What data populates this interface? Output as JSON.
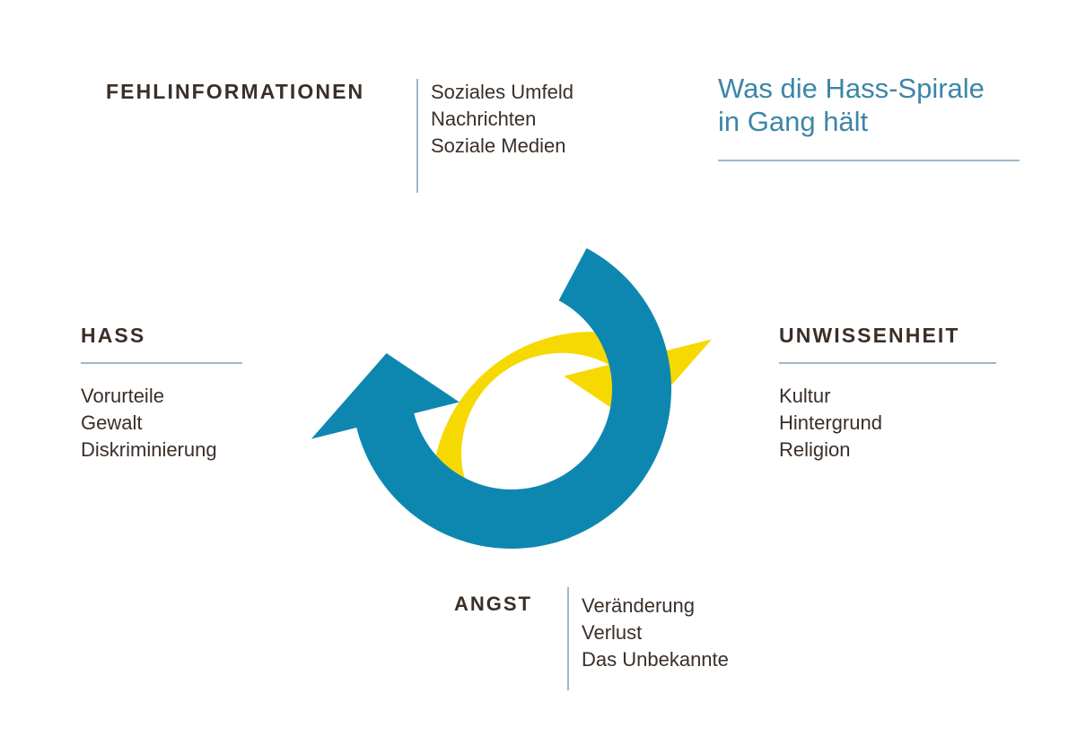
{
  "title": {
    "line1": "Was die Hass-Spirale",
    "line2": "in Gang hält"
  },
  "blocks": {
    "top": {
      "kicker": "FEHLINFORMATIONEN",
      "items": [
        "Soziales Umfeld",
        "Nachrichten",
        "Soziale Medien"
      ]
    },
    "left": {
      "kicker": "HASS",
      "items": [
        "Vorurteile",
        "Gewalt",
        "Diskriminierung"
      ]
    },
    "right": {
      "kicker": "UNWISSENHEIT",
      "items": [
        "Kultur",
        "Hintergrund",
        "Religion"
      ]
    },
    "bottom": {
      "kicker": "ANGST",
      "items": [
        "Veränderung",
        "Verlust",
        "Das Unbekannte"
      ]
    }
  },
  "diagram": {
    "type": "cycle",
    "arrows": [
      {
        "name": "yellow-arrow",
        "color": "#F6D900",
        "direction": "clockwise-upper-left-to-right"
      },
      {
        "name": "teal-arrow",
        "color": "#0E87B0",
        "direction": "clockwise-lower-right-to-left"
      }
    ]
  },
  "colors": {
    "yellow": "#F6D900",
    "teal": "#0E87B0",
    "title_blue": "#3D85A8",
    "rule_blue": "#9DB8C8",
    "text_dark": "#3A2F28",
    "background": "#FFFFFF"
  }
}
